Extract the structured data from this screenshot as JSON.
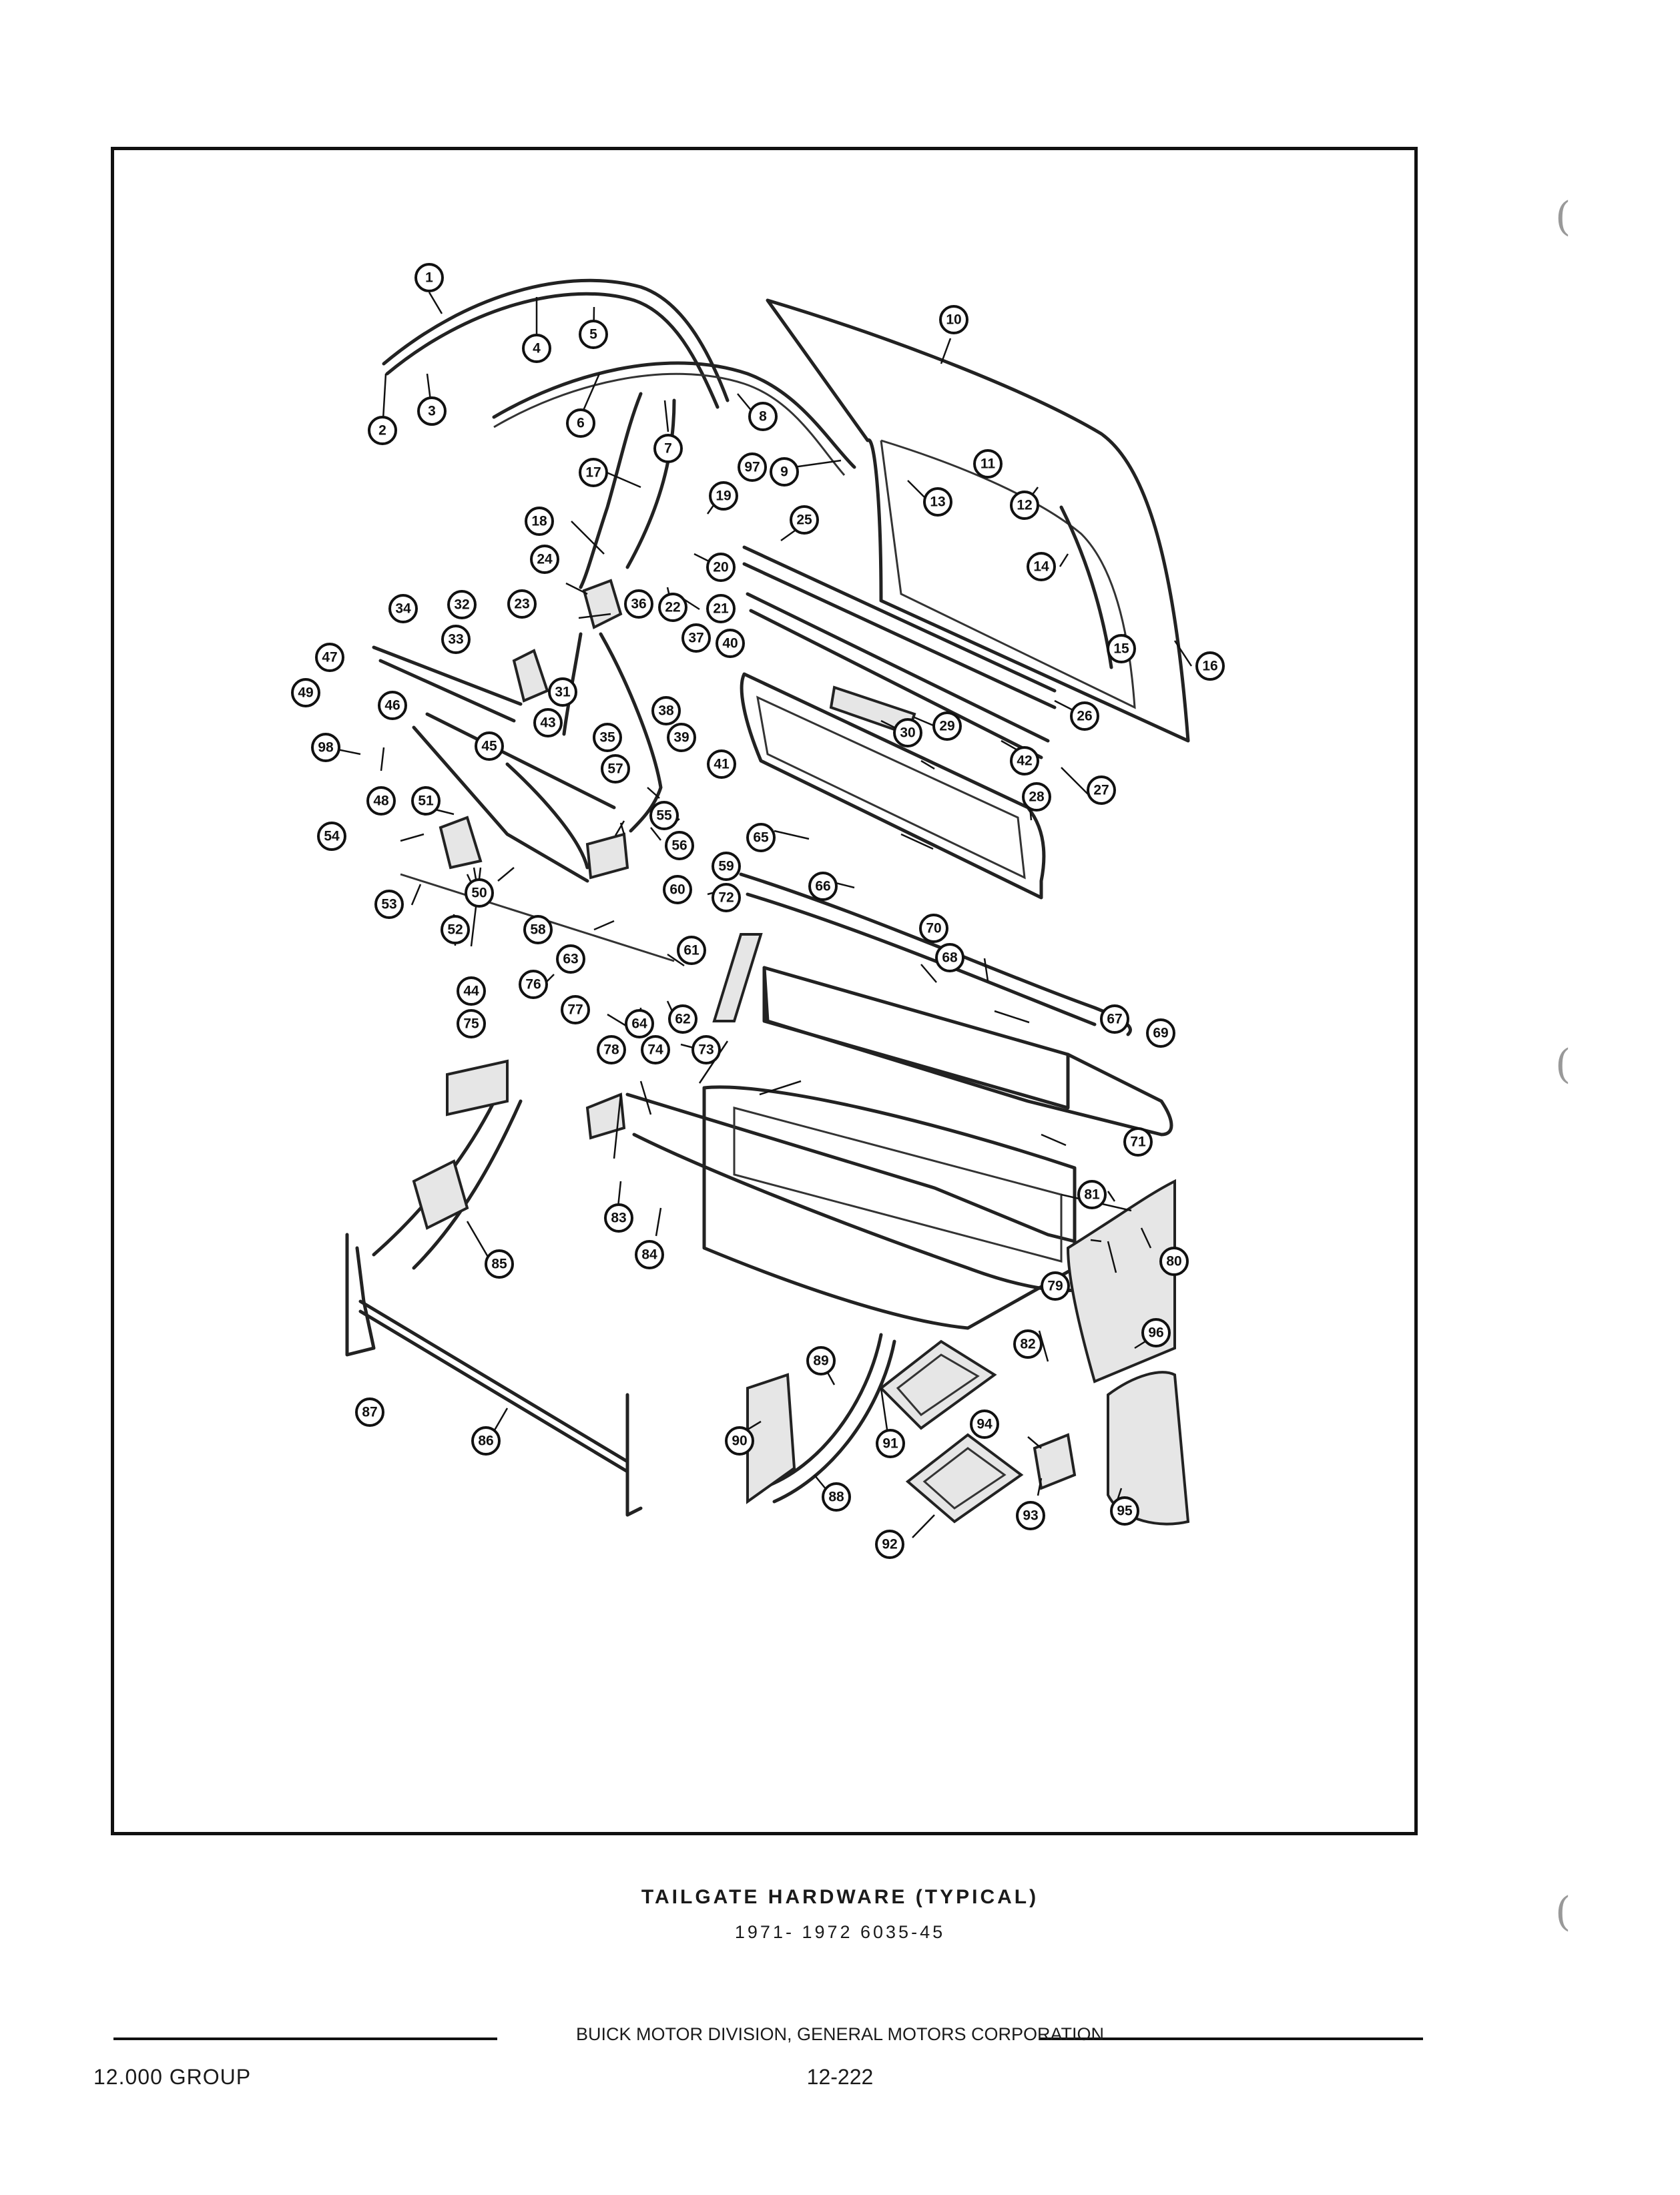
{
  "figure": {
    "caption_title": "TAILGATE HARDWARE (TYPICAL)",
    "caption_subtitle": "1971- 1972 6035-45",
    "callouts": [
      "1",
      "2",
      "3",
      "4",
      "5",
      "6",
      "7",
      "8",
      "9",
      "10",
      "11",
      "12",
      "13",
      "14",
      "15",
      "16",
      "17",
      "18",
      "19",
      "20",
      "21",
      "22",
      "23",
      "24",
      "25",
      "26",
      "27",
      "28",
      "29",
      "30",
      "31",
      "32",
      "33",
      "34",
      "35",
      "36",
      "37",
      "38",
      "39",
      "40",
      "41",
      "42",
      "43",
      "44",
      "45",
      "46",
      "47",
      "48",
      "49",
      "50",
      "51",
      "52",
      "53",
      "54",
      "55",
      "56",
      "57",
      "58",
      "59",
      "60",
      "61",
      "62",
      "63",
      "64",
      "65",
      "66",
      "67",
      "68",
      "69",
      "70",
      "71",
      "72",
      "73",
      "74",
      "75",
      "76",
      "77",
      "78",
      "79",
      "80",
      "81",
      "82",
      "83",
      "84",
      "85",
      "86",
      "87",
      "88",
      "89",
      "90",
      "91",
      "92",
      "93",
      "94",
      "95",
      "96",
      "97",
      "98"
    ]
  },
  "footer": {
    "corporation": "BUICK MOTOR DIVISION, GENERAL MOTORS CORPORATION",
    "group": "12.000 GROUP",
    "page": "12-222"
  }
}
